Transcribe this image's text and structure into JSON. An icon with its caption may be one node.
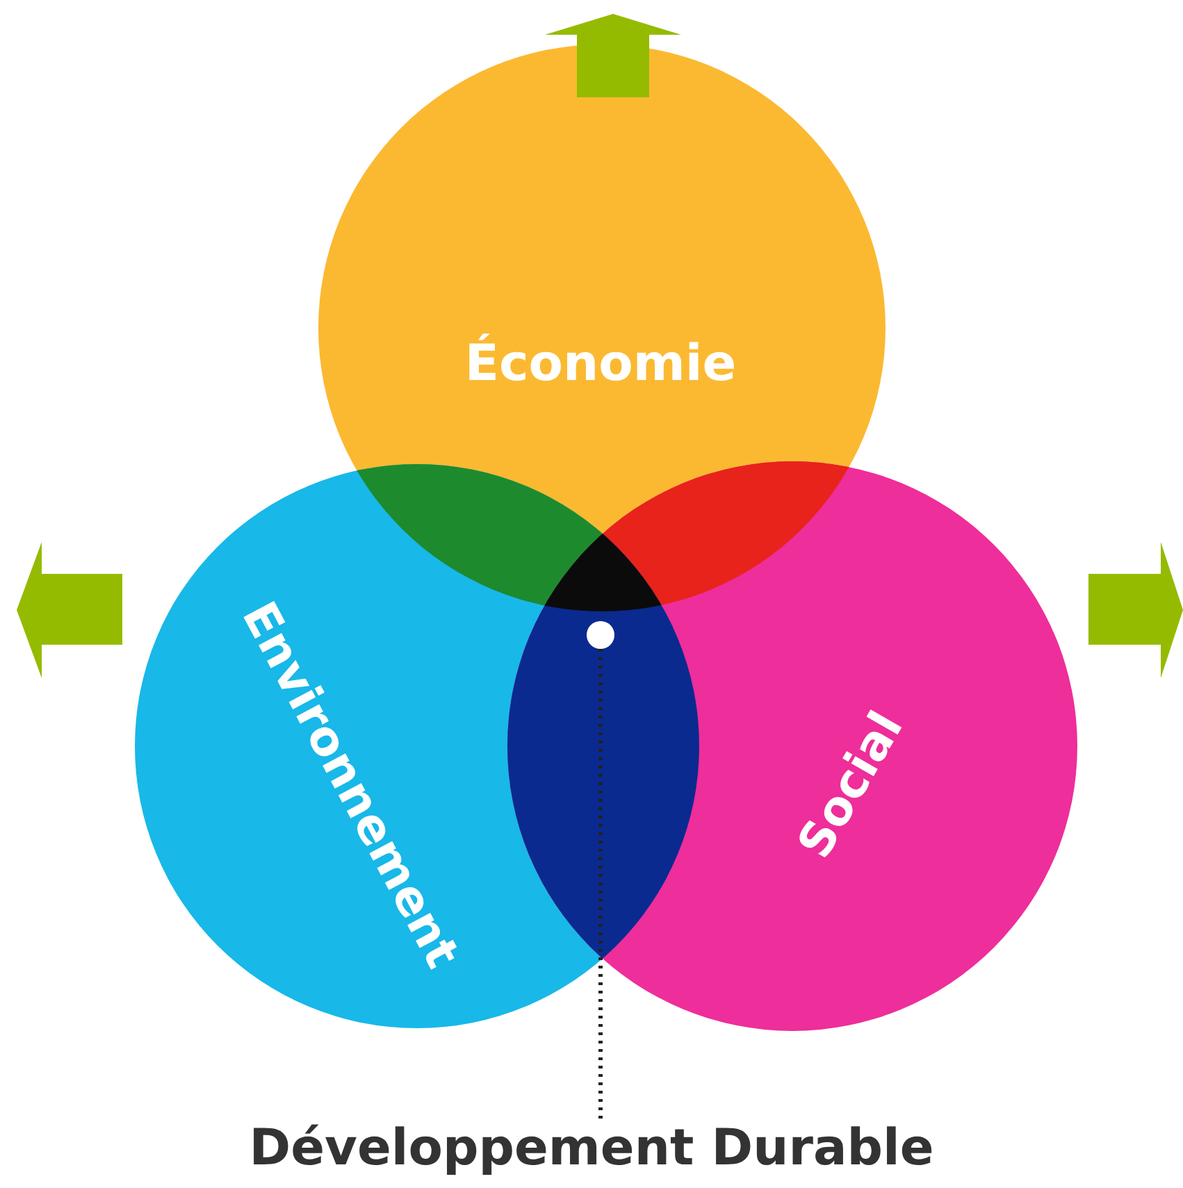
{
  "diagram": {
    "nodes": [
      {
        "text": [
          "Économie"
        ]
      },
      {
        "text": [
          "Environnement"
        ]
      },
      {
        "text": [
          "Social"
        ]
      },
      {
        "text": [],
        "shape": "circle"
      },
      {
        "text": [
          "Développement Durable"
        ]
      }
    ],
    "edges": [
      {
        "from": 4,
        "to": 3,
        "arrow": "none",
        "style": "dashed"
      }
    ]
  }
}
